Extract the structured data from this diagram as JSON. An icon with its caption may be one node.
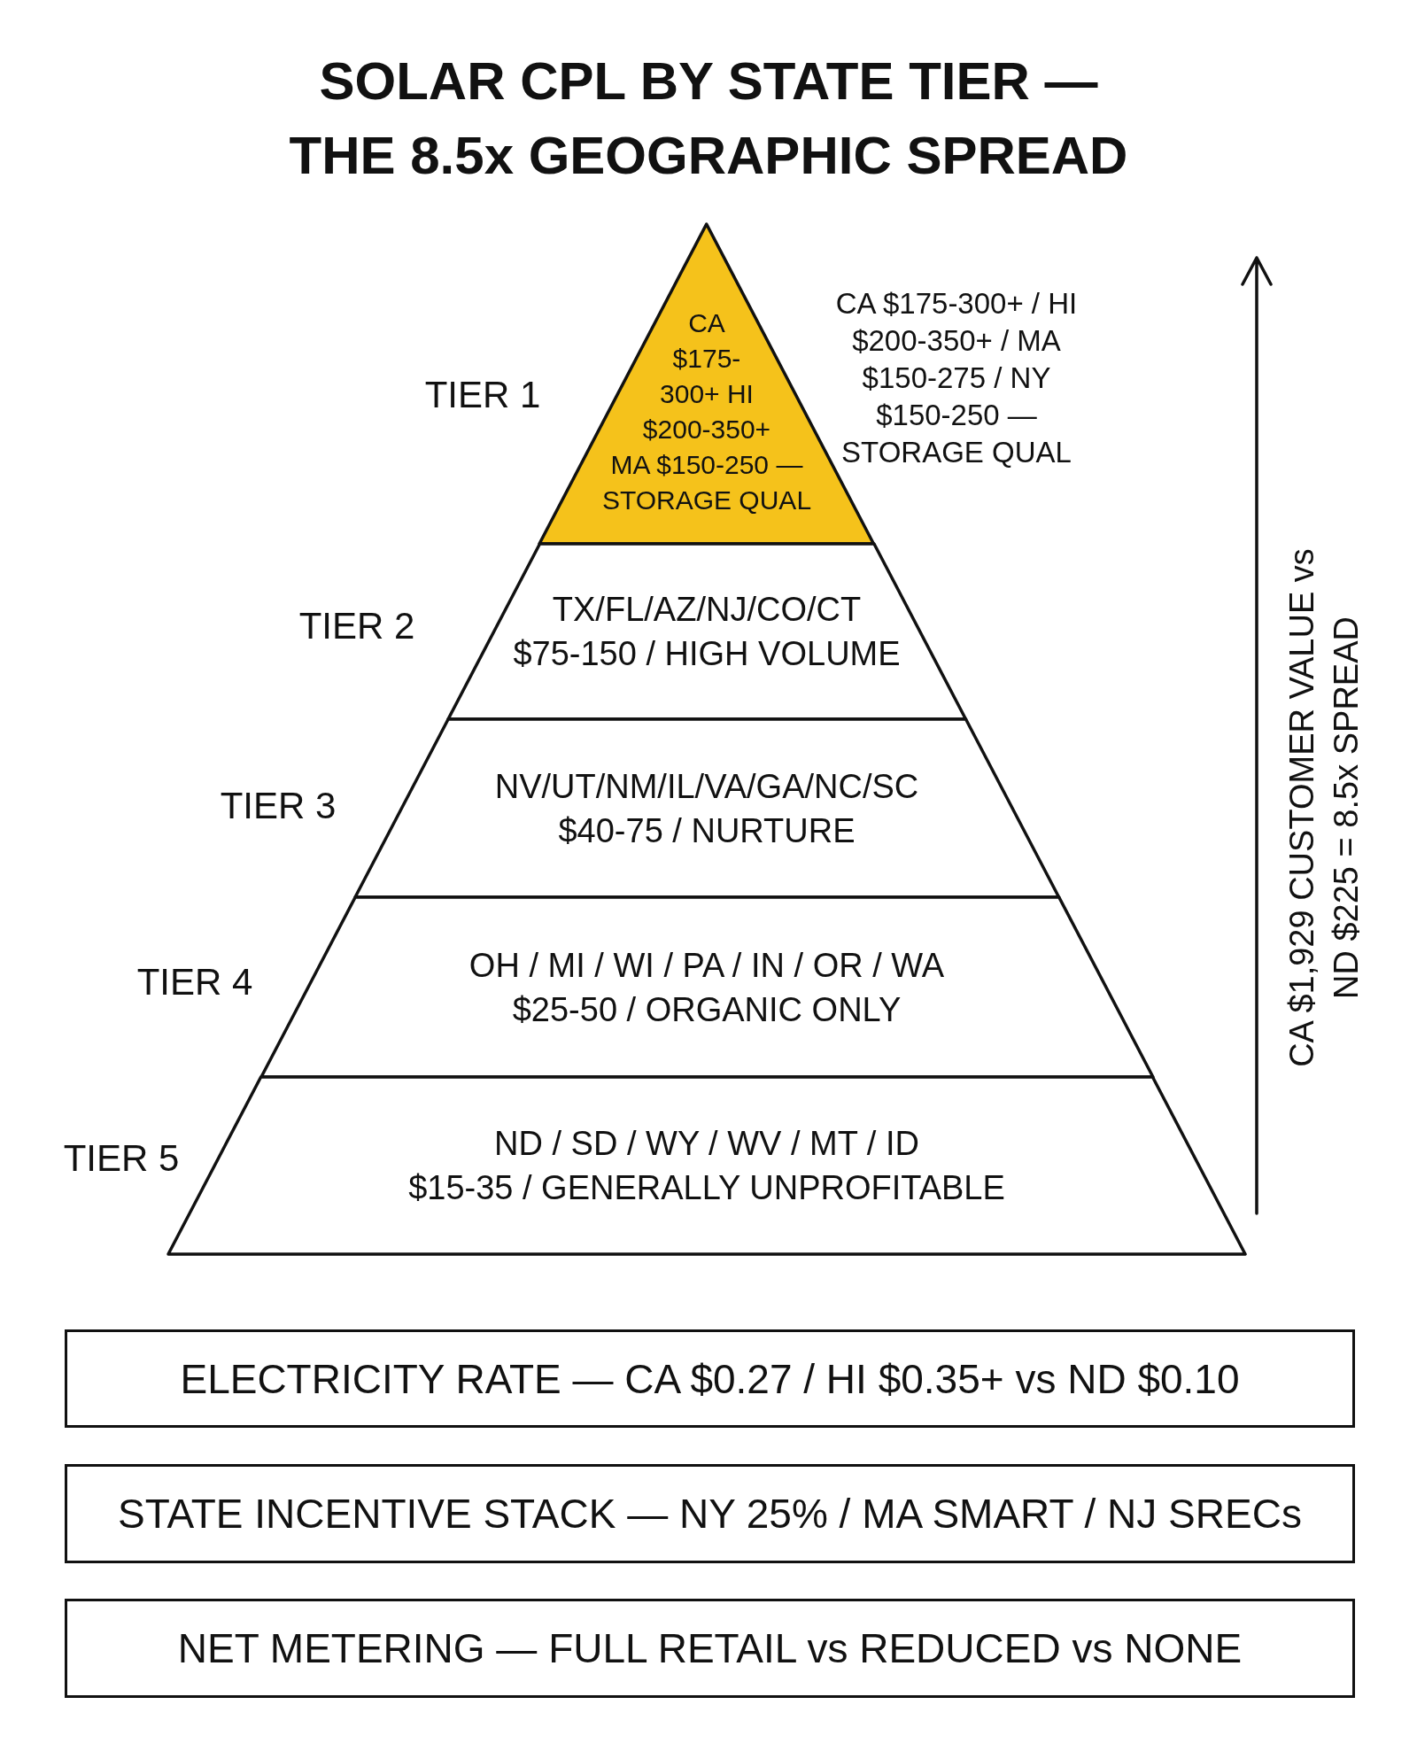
{
  "diagram": {
    "title": "SOLAR CPL BY STATE TIER — THE 8.5x GEOGRAPHIC SPREAD",
    "nodes": [
      {
        "text": [
          "CA $175-300+ HI $200-350+ MA $150-250 — STORAGE QUAL"
        ],
        "beside": [
          "TIER 1",
          "CA $175-300+ / HI $200-350+ / MA $150-275 / NY $150-250 — STORAGE QUAL"
        ]
      },
      {
        "text": [
          "TX/FL/AZ/NJ/CO/CT",
          "$75-150 / HIGH VOLUME"
        ],
        "beside": [
          "TIER 2"
        ]
      },
      {
        "text": [
          "NV/UT/NM/IL/VA/GA/NC/SC",
          "$40-75 / NURTURE"
        ],
        "beside": [
          "TIER 3"
        ]
      },
      {
        "text": [
          "OH / MI / WI / PA / IN / OR / WA",
          "$25-50 / ORGANIC ONLY"
        ],
        "beside": [
          "TIER 4"
        ]
      },
      {
        "text": [
          "ND / SD / WY / WV / MT / ID",
          "$15-35 / GENERALLY UNPROFITABLE"
        ],
        "beside": [
          "TIER 5"
        ]
      },
      {
        "text": [
          "ELECTRICITY RATE — CA $0.27 / HI $0.35+ vs ND $0.10"
        ]
      },
      {
        "text": [
          "STATE INCENTIVE STACK — NY 25% / MA SMART / NJ SRECs"
        ]
      },
      {
        "text": [
          "NET METERING — FULL RETAIL vs REDUCED vs NONE"
        ]
      }
    ],
    "labels": [
      "CA $1,929 CUSTOMER VALUE vs ND $225 = 8.5x SPREAD"
    ]
  }
}
